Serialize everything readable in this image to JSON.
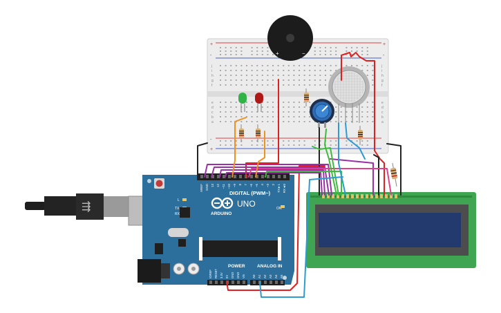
{
  "arduino": {
    "brand": "ARDUINO",
    "model": "UNO",
    "digital_label": "DIGITAL (PWM~)",
    "power_label": "POWER",
    "analog_label": "ANALOG IN",
    "on_label": "ON",
    "l_label": "L",
    "tx_label": "TX",
    "rx_label": "RX",
    "digital_pins": [
      "AREF",
      "GND",
      "13",
      "12",
      "~11",
      "~10",
      "~9",
      "8",
      "7",
      "~6",
      "~5",
      "4",
      "~3",
      "2",
      "TX►1",
      "RX◄0"
    ],
    "power_pins": [
      "IOREF",
      "RESET",
      "3.3V",
      "5V",
      "GND",
      "GND",
      "Vin"
    ],
    "analog_pins": [
      "A0",
      "A1",
      "A2",
      "A3",
      "A4",
      "A5"
    ]
  },
  "breadboard": {
    "row_letters_top": [
      "j",
      "i",
      "h",
      "g",
      "f"
    ],
    "row_letters_bottom": [
      "e",
      "d",
      "c",
      "b",
      "a"
    ],
    "plus_label": "+",
    "minus_label": "-"
  },
  "buzzer": {
    "plus_label": "+",
    "minus_label": "−"
  },
  "colors": {
    "arduino": "#2c6f9c",
    "lcd_board": "#3fa553",
    "lcd_screen": "#233a6e",
    "wire_red": "#e02020",
    "wire_black": "#222222",
    "wire_purple": "#9b2fa8",
    "wire_orange": "#f0901e",
    "wire_green": "#3dbb3a",
    "wire_blue": "#2b9bd6",
    "wire_pink": "#e0408a"
  }
}
